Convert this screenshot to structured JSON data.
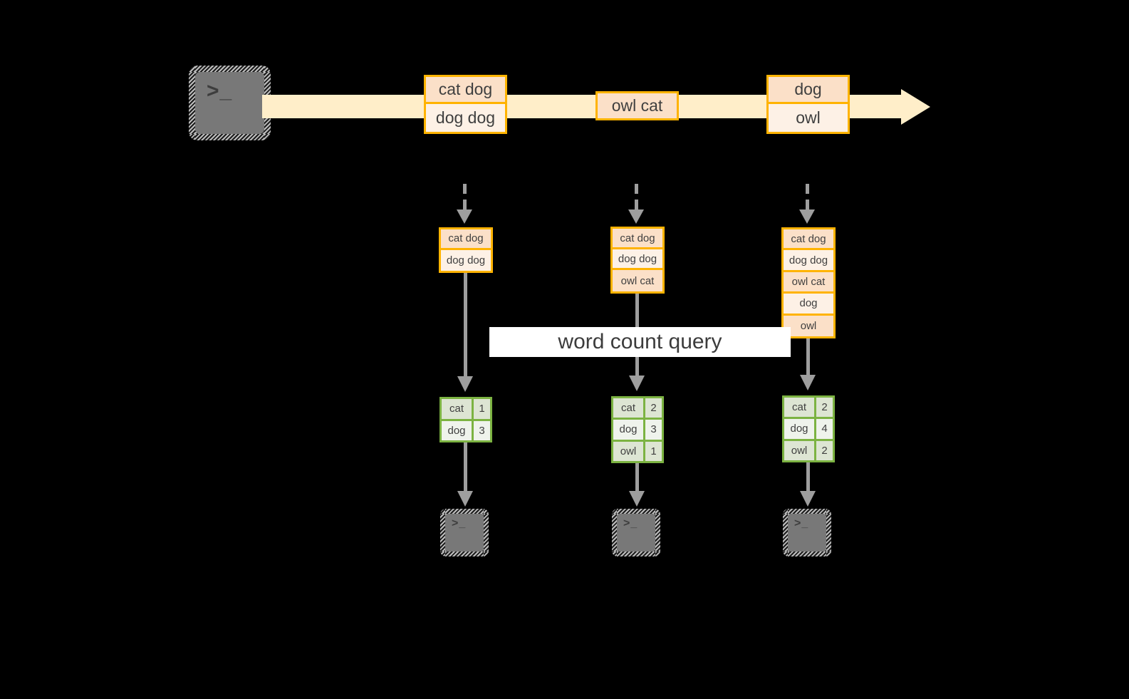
{
  "diagram": {
    "title_label": "word count query",
    "colors": {
      "stream": "#ffeec9",
      "record_border": "#ffb300",
      "record_dark": "#fbe0c8",
      "record_light": "#fdf1e6",
      "table_border": "#7cb342",
      "table_dark": "#dde5d3",
      "table_light": "#eff3ec",
      "connector": "#9e9e9e",
      "terminal_fill": "#787878",
      "background": "#000000"
    },
    "source_terminal": {
      "icon": "terminal-prompt-icon",
      "glyph": ">_"
    },
    "stream": {
      "icon": "right-arrow-icon",
      "events": [
        {
          "rows": [
            {
              "text": "cat dog",
              "shade": "dark"
            },
            {
              "text": "dog dog",
              "shade": "light"
            }
          ]
        },
        {
          "rows": [
            {
              "text": "owl cat",
              "shade": "dark"
            }
          ]
        },
        {
          "rows": [
            {
              "text": "dog",
              "shade": "dark"
            },
            {
              "text": "owl",
              "shade": "light"
            }
          ]
        }
      ]
    },
    "columns": [
      {
        "name": "snapshot-1",
        "input_rows": [
          {
            "text": "cat dog",
            "shade": "dark"
          },
          {
            "text": "dog dog",
            "shade": "light"
          }
        ],
        "counts": [
          {
            "word": "cat",
            "count": "1",
            "shade": "dark"
          },
          {
            "word": "dog",
            "count": "3",
            "shade": "light"
          }
        ],
        "sink": {
          "icon": "terminal-prompt-icon",
          "glyph": ">_"
        }
      },
      {
        "name": "snapshot-2",
        "input_rows": [
          {
            "text": "cat dog",
            "shade": "dark"
          },
          {
            "text": "dog dog",
            "shade": "light"
          },
          {
            "text": "owl cat",
            "shade": "dark"
          }
        ],
        "counts": [
          {
            "word": "cat",
            "count": "2",
            "shade": "dark"
          },
          {
            "word": "dog",
            "count": "3",
            "shade": "light"
          },
          {
            "word": "owl",
            "count": "1",
            "shade": "dark"
          }
        ],
        "sink": {
          "icon": "terminal-prompt-icon",
          "glyph": ">_"
        }
      },
      {
        "name": "snapshot-3",
        "input_rows": [
          {
            "text": "cat dog",
            "shade": "dark"
          },
          {
            "text": "dog dog",
            "shade": "light"
          },
          {
            "text": "owl cat",
            "shade": "dark"
          },
          {
            "text": "dog",
            "shade": "light"
          },
          {
            "text": "owl",
            "shade": "dark"
          }
        ],
        "counts": [
          {
            "word": "cat",
            "count": "2",
            "shade": "dark"
          },
          {
            "word": "dog",
            "count": "4",
            "shade": "light"
          },
          {
            "word": "owl",
            "count": "2",
            "shade": "dark"
          }
        ],
        "sink": {
          "icon": "terminal-prompt-icon",
          "glyph": ">_"
        }
      }
    ]
  }
}
